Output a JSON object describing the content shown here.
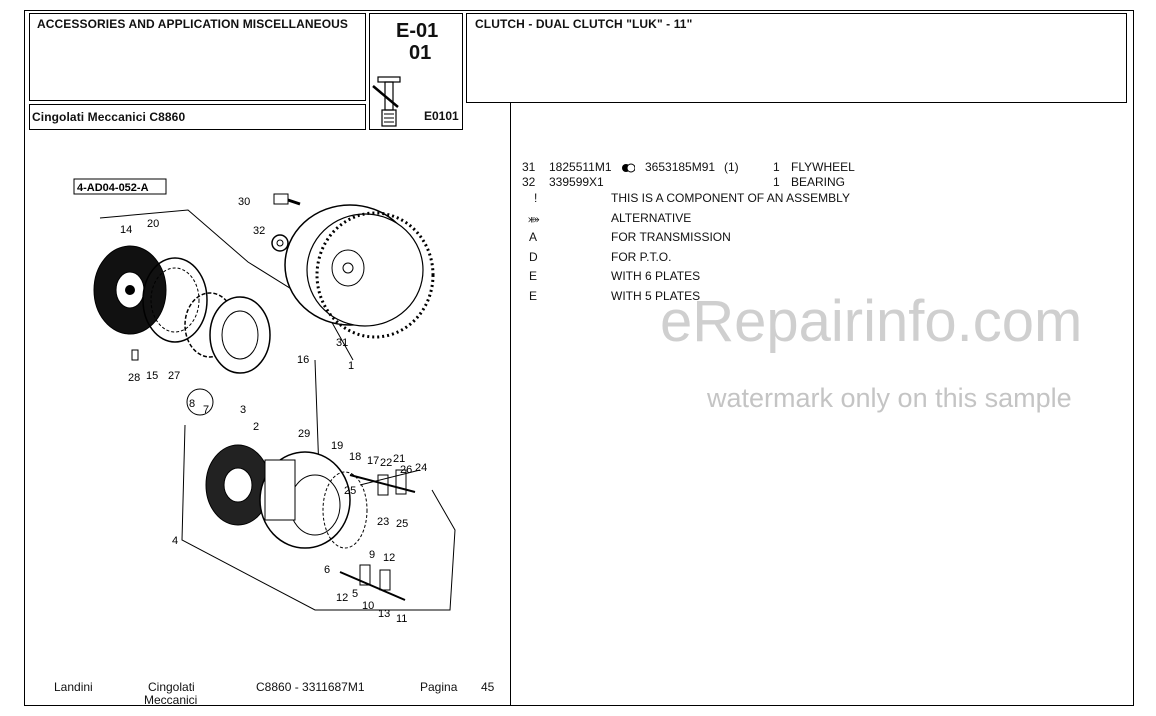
{
  "header": {
    "section_title": "ACCESSORIES AND APPLICATION MISCELLANEOUS",
    "page_code": "E-01",
    "page_sub": "01",
    "model_title": "Cingolati Meccanici C8860",
    "figure_code": "E0101",
    "group_title": "CLUTCH - DUAL CLUTCH \"LUK\" - 11\""
  },
  "diagram": {
    "reference": "4-AD04-052-A",
    "callouts": [
      "30",
      "32",
      "14",
      "20",
      "31",
      "16",
      "1",
      "28",
      "15",
      "27",
      "8",
      "7",
      "3",
      "2",
      "29",
      "19",
      "18",
      "17",
      "22",
      "21",
      "26",
      "24",
      "25",
      "23",
      "25",
      "4",
      "9",
      "12",
      "6",
      "5",
      "12",
      "10",
      "13",
      "11"
    ]
  },
  "parts": [
    {
      "ref": "31",
      "part_no": "1825511M1",
      "alt_no": "3653185M91",
      "note": "(1)",
      "qty": "1",
      "desc": "FLYWHEEL"
    },
    {
      "ref": "32",
      "part_no": "339599X1",
      "alt_no": "",
      "note": "",
      "qty": "1",
      "desc": "BEARING"
    }
  ],
  "legend": [
    {
      "symbol": "!",
      "text": "THIS IS A COMPONENT OF AN ASSEMBLY"
    },
    {
      "symbol": "⤘",
      "text": "ALTERNATIVE"
    },
    {
      "symbol": "A",
      "text": "FOR TRANSMISSION"
    },
    {
      "symbol": "D",
      "text": "FOR P.T.O."
    },
    {
      "symbol": "E",
      "text": "WITH 6 PLATES"
    },
    {
      "symbol": "E",
      "text": "WITH 5 PLATES"
    }
  ],
  "footer": {
    "brand": "Landini",
    "series_line1": "Cingolati",
    "series_line2": "Meccanici",
    "model_code": "C8860 - 3311687M1",
    "page_label": "Pagina",
    "page_number": "45"
  },
  "watermark": {
    "main": "eRepairinfo.com",
    "sub": "watermark only on this sample"
  }
}
